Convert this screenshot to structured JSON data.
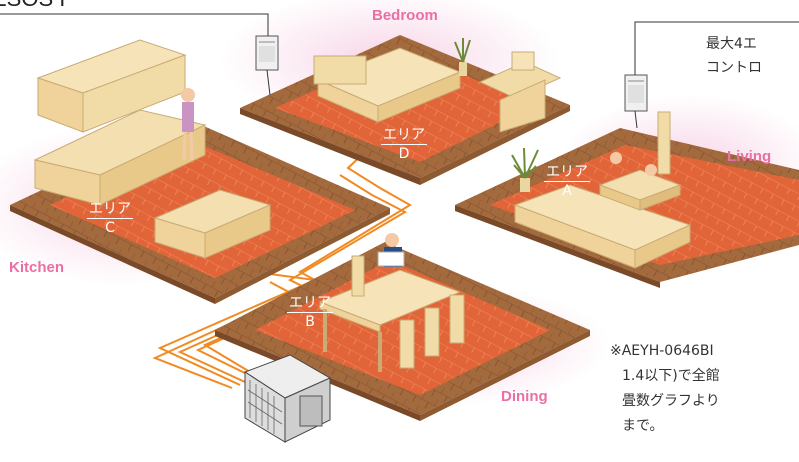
{
  "colors": {
    "floor_wood": "#a36a3e",
    "floor_heat": "#e2653a",
    "glow": "#f7d3e6",
    "pipe": "#f08a22",
    "room_label": "#e96fa6"
  },
  "top_left_fragment": "ESOS I",
  "rooms": {
    "bedroom": "Bedroom",
    "living": "Living",
    "kitchen": "Kitchen",
    "dining": "Dining"
  },
  "areas": {
    "d": {
      "word": "エリア",
      "letter": "D"
    },
    "a": {
      "word": "エリア",
      "letter": "A"
    },
    "c": {
      "word": "エリア",
      "letter": "C"
    },
    "b": {
      "word": "エリア",
      "letter": "B"
    }
  },
  "top_right_text": {
    "line1": "最大4エ",
    "line2": "コントロ"
  },
  "note_text": {
    "line1": "※AEYH-0646BI",
    "line2": "1.4以下)で全館",
    "line3": "畳数グラフより",
    "line4": "まで。"
  },
  "icons": [
    "controller-panel-icon",
    "heat-pump-outdoor-unit-icon"
  ]
}
